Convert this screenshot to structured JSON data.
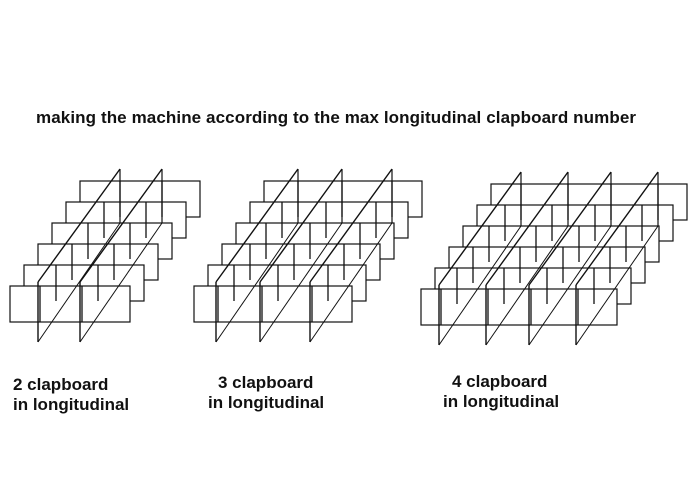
{
  "headline": "making the machine according to the max longitudinal clapboard number",
  "captions": [
    {
      "line1": "2 clapboard",
      "line2": "in longitudinal"
    },
    {
      "line1": "3 clapboard",
      "line2": "in longitudinal"
    },
    {
      "line1": "4 clapboard",
      "line2": "in longitudinal"
    }
  ],
  "grids": [
    {
      "longitudinal_clapboards": 2,
      "transverse_panels": 6
    },
    {
      "longitudinal_clapboards": 3,
      "transverse_panels": 6
    },
    {
      "longitudinal_clapboards": 4,
      "transverse_panels": 6
    }
  ],
  "colors": {
    "stroke": "#111111",
    "panel_fill": "#ffffff"
  }
}
